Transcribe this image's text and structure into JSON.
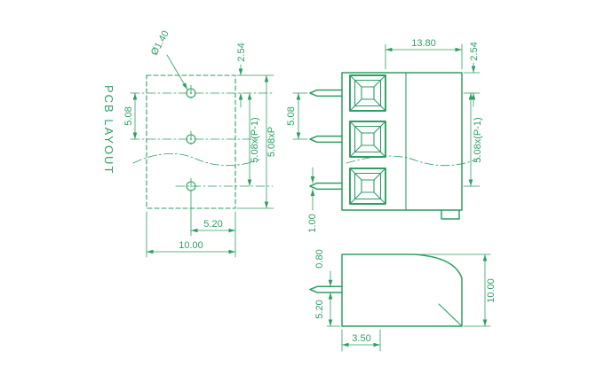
{
  "drawing": {
    "line_color": "#2E9E63",
    "views": {
      "pcb": {
        "label": "PCB LAYOUT",
        "hole_diameter": "Ø1.40",
        "edge_to_hole": "2.54",
        "pitch": "5.08",
        "span_holes": "5.08x(P-1)",
        "span_total": "5.08xP",
        "hole_to_edge": "5.20",
        "width": "10.00"
      },
      "front": {
        "depth": "13.80",
        "edge_to_pin": "2.54",
        "pitch": "5.08",
        "span_pins": "5.08x(P-1)",
        "pin_width": "1.00"
      },
      "side": {
        "pin_thickness": "0.80",
        "pin_to_bottom": "5.20",
        "pin_offset": "3.50",
        "height": "10.00"
      }
    }
  }
}
